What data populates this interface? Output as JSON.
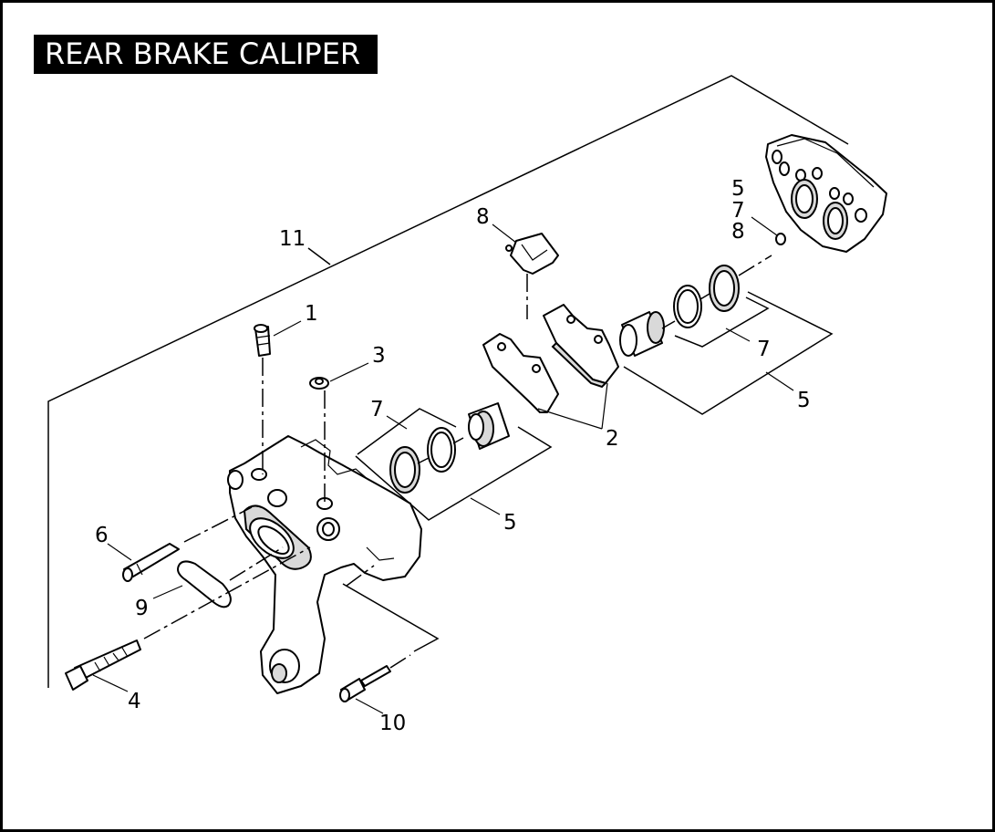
{
  "title": "REAR BRAKE CALIPER",
  "callouts": [
    {
      "id": "c11",
      "text": "11"
    },
    {
      "id": "c1",
      "text": "1"
    },
    {
      "id": "c3",
      "text": "3"
    },
    {
      "id": "c8a",
      "text": "8"
    },
    {
      "id": "c7a",
      "text": "7"
    },
    {
      "id": "c2",
      "text": "2"
    },
    {
      "id": "c5a",
      "text": "5"
    },
    {
      "id": "c6",
      "text": "6"
    },
    {
      "id": "c9",
      "text": "9"
    },
    {
      "id": "c4",
      "text": "4"
    },
    {
      "id": "c10",
      "text": "10"
    },
    {
      "id": "c5b",
      "text": "5"
    },
    {
      "id": "c7b",
      "text": "7"
    },
    {
      "id": "c8b",
      "text": "8"
    },
    {
      "id": "c7c",
      "text": "7"
    },
    {
      "id": "c5c",
      "text": "5"
    }
  ]
}
